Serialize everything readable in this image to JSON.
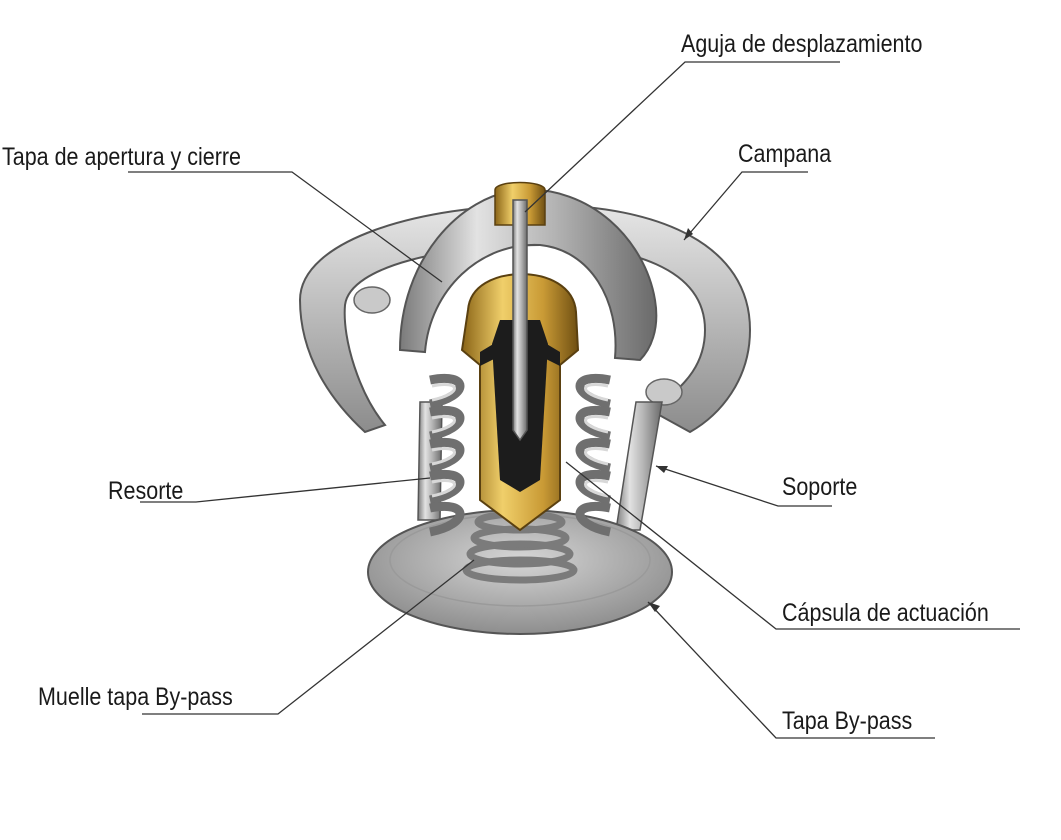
{
  "labels": {
    "aguja": "Aguja de desplazamiento",
    "tapa_apertura": "Tapa de apertura y cierre",
    "campana": "Campana",
    "resorte": "Resorte",
    "soporte": "Soporte",
    "capsula": "Cápsula de actuación",
    "muelle_bypass": "Muelle tapa By-pass",
    "tapa_bypass": "Tapa By-pass"
  },
  "colors": {
    "metal_light": "#d9d9d9",
    "metal_mid": "#a8a8a8",
    "metal_dark": "#6e6e6e",
    "brass_light": "#e8c25a",
    "brass_dark": "#8f6a1e",
    "core_dark": "#1c1c1c",
    "leader": "#333333"
  }
}
